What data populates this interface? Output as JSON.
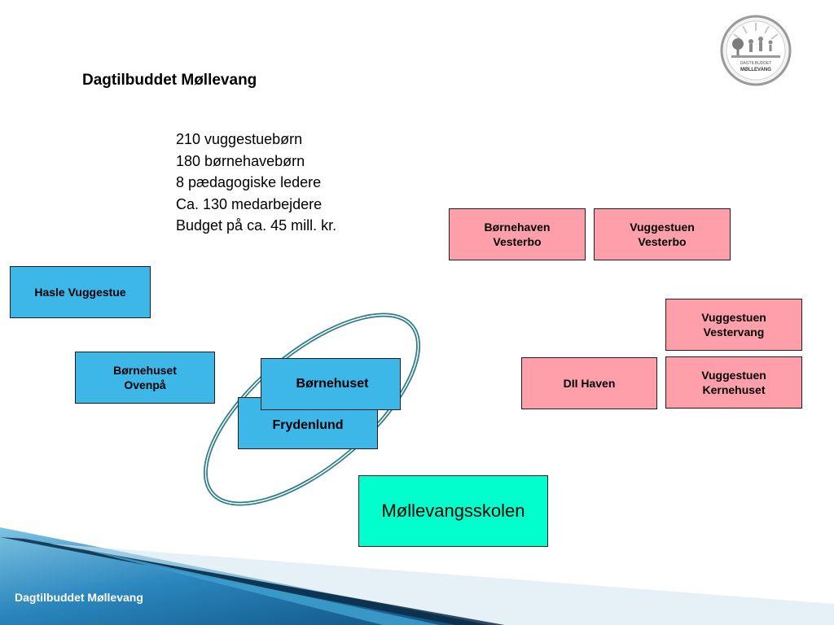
{
  "title": "Dagtilbuddet Møllevang",
  "stats": [
    "210 vuggestuebørn",
    "180 børnehavebørn",
    "8 pædagogiske ledere",
    "Ca. 130 medarbejdere",
    "Budget på ca. 45 mill. kr."
  ],
  "logo": {
    "line1": "DAGTILBUDDET",
    "line2": "MØLLEVANG"
  },
  "units": {
    "hasle": "Hasle Vuggestue",
    "ovenpaa": "Børnehuset Ovenpå",
    "frydenlund": "Frydenlund",
    "boernehuset": "Børnehuset",
    "bh_vesterbo": "Børnehaven Vesterbo",
    "vg_vesterbo": "Vuggestuen Vesterbo",
    "vestervang": "Vuggestuen Vestervang",
    "dii_haven": "DII Haven",
    "kernehuset": "Vuggestuen Kernehuset",
    "skolen": "Møllevangsskolen"
  },
  "footer": "Dagtilbuddet Møllevang",
  "colors": {
    "blue_unit": "#3db6e8",
    "pink_unit": "#ff9faa",
    "school": "#00ffcc",
    "ellipse": "#2e7d8c",
    "footer_band": "#1a6fa0"
  }
}
